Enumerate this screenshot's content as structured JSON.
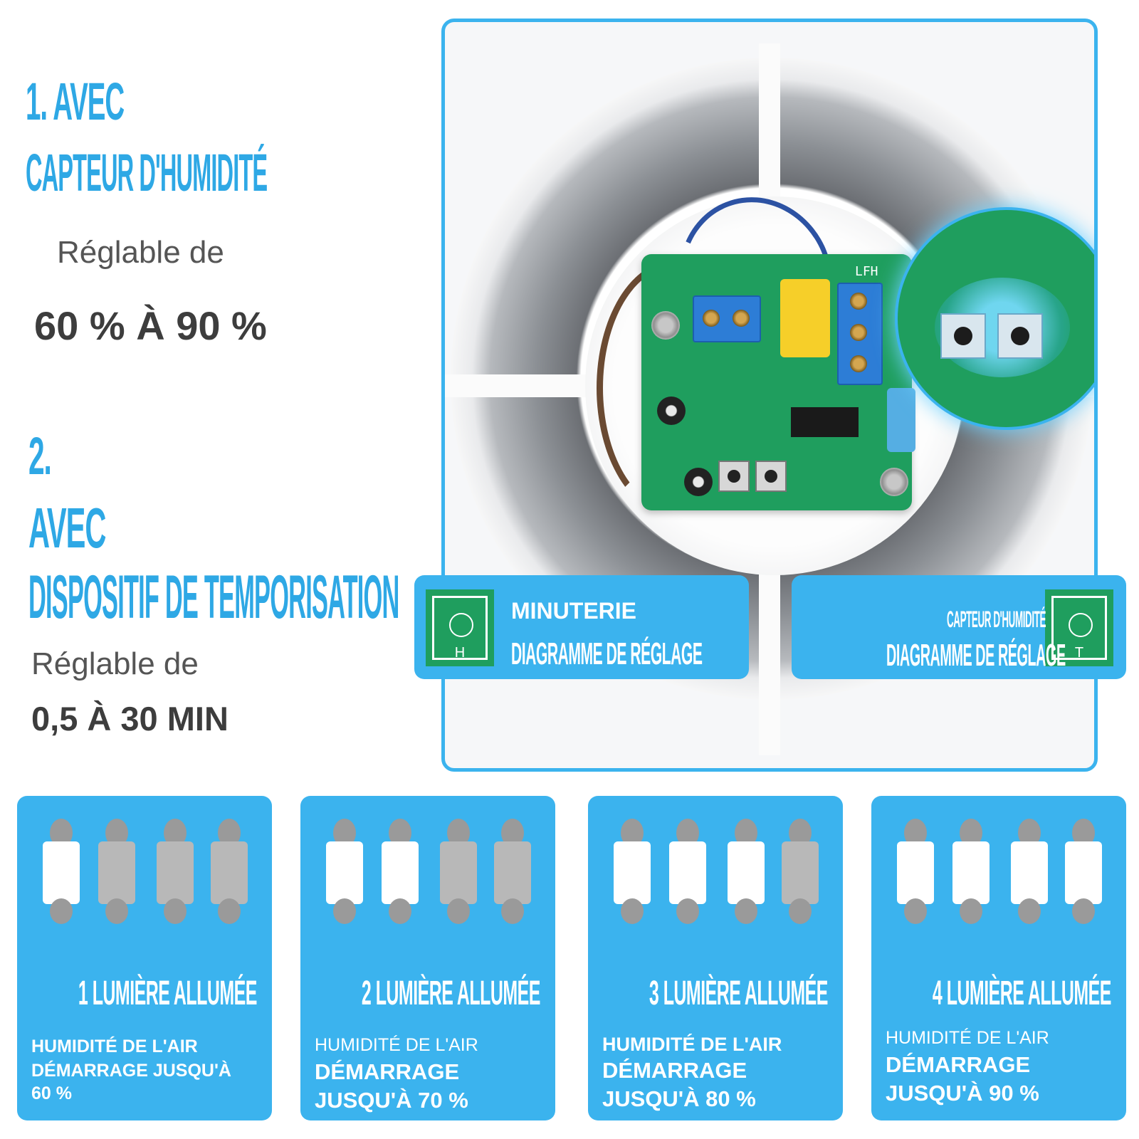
{
  "section1": {
    "title_line1": "1. AVEC",
    "title_line2": "CAPTEUR D'HUMIDITÉ",
    "lead": "Réglable de",
    "range": "60 % À 90 %"
  },
  "section2": {
    "title_line1": "2.",
    "title_line2": "AVEC",
    "title_line3": "DISPOSITIF DE TEMPORISATION",
    "lead": "Réglable de",
    "range": "0,5 À 30 MIN"
  },
  "pcb": {
    "marking": "LFH"
  },
  "badges": [
    {
      "line1": "MINUTERIE",
      "line2": "DIAGRAMME DE RÉGLAGE",
      "icon": "humidity-dial-icon",
      "icon_letter": "H"
    },
    {
      "line1": "CAPTEUR D'HUMIDITÉ",
      "line2": "DIAGRAMME DE RÉGLAGE",
      "icon": "timer-dial-icon",
      "icon_letter": "T"
    }
  ],
  "cards": [
    {
      "title": "1 LUMIÈRE ALLUMÉE",
      "line1": "HUMIDITÉ DE L'AIR",
      "line2": "DÉMARRAGE JUSQU'À",
      "line3": "60 %",
      "lights_on": 1
    },
    {
      "title": "2 LUMIÈRE ALLUMÉE",
      "line1": "HUMIDITÉ DE L'AIR",
      "line2": "DÉMARRAGE",
      "line3": "JUSQU'À 70 %",
      "lights_on": 2
    },
    {
      "title": "3 LUMIÈRE ALLUMÉE",
      "line1": "HUMIDITÉ DE L'AIR",
      "line2": "DÉMARRAGE",
      "line3": "JUSQU'À 80 %",
      "lights_on": 3
    },
    {
      "title": "4 LUMIÈRE ALLUMÉE",
      "line1": "HUMIDITÉ DE L'AIR",
      "line2": "DÉMARRAGE",
      "line3": "JUSQU'À 90 %",
      "lights_on": 4
    }
  ],
  "colors": {
    "accent": "#3bb3ee",
    "pcb": "#1f9e5e",
    "text_dark": "#3d3d3d"
  }
}
